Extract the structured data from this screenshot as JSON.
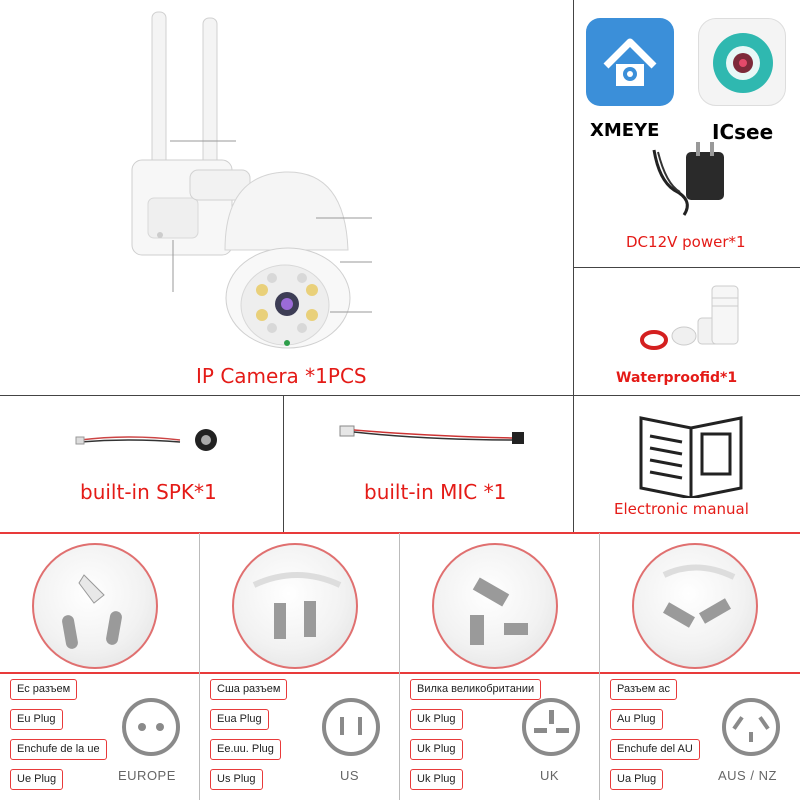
{
  "top": {
    "camera_label": "IP Camera *1PCS",
    "apps": [
      {
        "name": "XMEYE",
        "icon": "xmeye-house-icon"
      },
      {
        "name": "ICsee",
        "icon": "icsee-lens-icon"
      }
    ],
    "power_label": "DC12V power*1",
    "waterproof_label": "Waterproofid*1"
  },
  "middle": {
    "spk_label": "built-in SPK*1",
    "mic_label": "built-in MIC *1",
    "manual_label": "Electronic manual"
  },
  "plugs": [
    {
      "tags": [
        "Ес разъем",
        "Eu Plug",
        "Enchufe de la ue",
        "Ue Plug"
      ],
      "region": "EUROPE"
    },
    {
      "tags": [
        "Сша разъем",
        "Eua Plug",
        "Ee.uu. Plug",
        "Us Plug"
      ],
      "region": "US"
    },
    {
      "tags": [
        "Вилка великобритании",
        "Uk Plug",
        "Uk Plug",
        "Uk Plug"
      ],
      "region": "UK"
    },
    {
      "tags": [
        "Разъем ас",
        "Au Plug",
        "Enchufe del AU",
        "Ua Plug"
      ],
      "region": "AUS / NZ"
    }
  ],
  "colors": {
    "accent_red": "#e41b17",
    "border": "#444444",
    "app_blue": "#3b8fd9",
    "app_teal": "#2fb8b0"
  }
}
